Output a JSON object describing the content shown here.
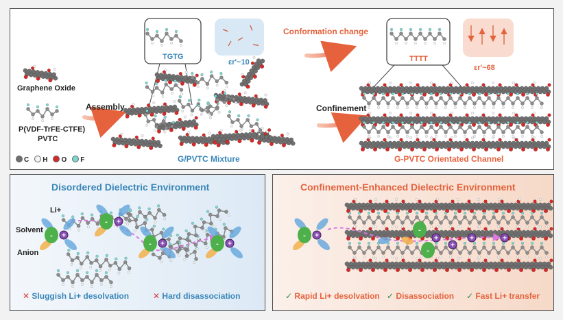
{
  "top": {
    "graphene_oxide": "Graphene Oxide",
    "polymer_line1": "P(VDF-TrFE-CTFE)",
    "polymer_line2": "PVTC",
    "assembly": "Assembly",
    "tgtg": "TGTG",
    "eps_mixture": "εr'~10",
    "conformation_change": "Conformation change",
    "confinement": "Confinement",
    "tttt": "TTTT",
    "eps_channel": "εr'~68",
    "mixture_label": "G/PVTC Mixture",
    "channel_label": "G-PVTC Orientated Channel",
    "legend": [
      {
        "sym": "C",
        "color": "#6f6f6f"
      },
      {
        "sym": "H",
        "color": "#f4f4f4"
      },
      {
        "sym": "O",
        "color": "#d32a2a"
      },
      {
        "sym": "F",
        "color": "#7ed6d2"
      }
    ]
  },
  "left_panel": {
    "title": "Disordered Dielectric Environment",
    "li": "Li+",
    "solvent": "Solvent",
    "anion": "Anion",
    "footer": [
      {
        "mark": "✕",
        "text": "Sluggish Li+ desolvation"
      },
      {
        "mark": "✕",
        "text": "Hard disassociation"
      }
    ]
  },
  "right_panel": {
    "title": "Confinement-Enhanced Dielectric Environment",
    "footer": [
      {
        "mark": "✓",
        "text": "Rapid Li+ desolvation"
      },
      {
        "mark": "✓",
        "text": "Disassociation"
      },
      {
        "mark": "✓",
        "text": "Fast Li+ transfer"
      }
    ]
  },
  "colors": {
    "accent_blue": "#3a86b8",
    "accent_orange": "#e5623d",
    "carbon": "#6f6f6f",
    "oxygen": "#d32a2a",
    "fluorine": "#7ed6d2",
    "anion": "#f2b04a",
    "solvent": "#6aa9dd",
    "li_ion": "#8a4fb5",
    "anion_green": "#4db04a",
    "check_green": "#2e8b3a",
    "cross_red": "#d33a3a"
  }
}
